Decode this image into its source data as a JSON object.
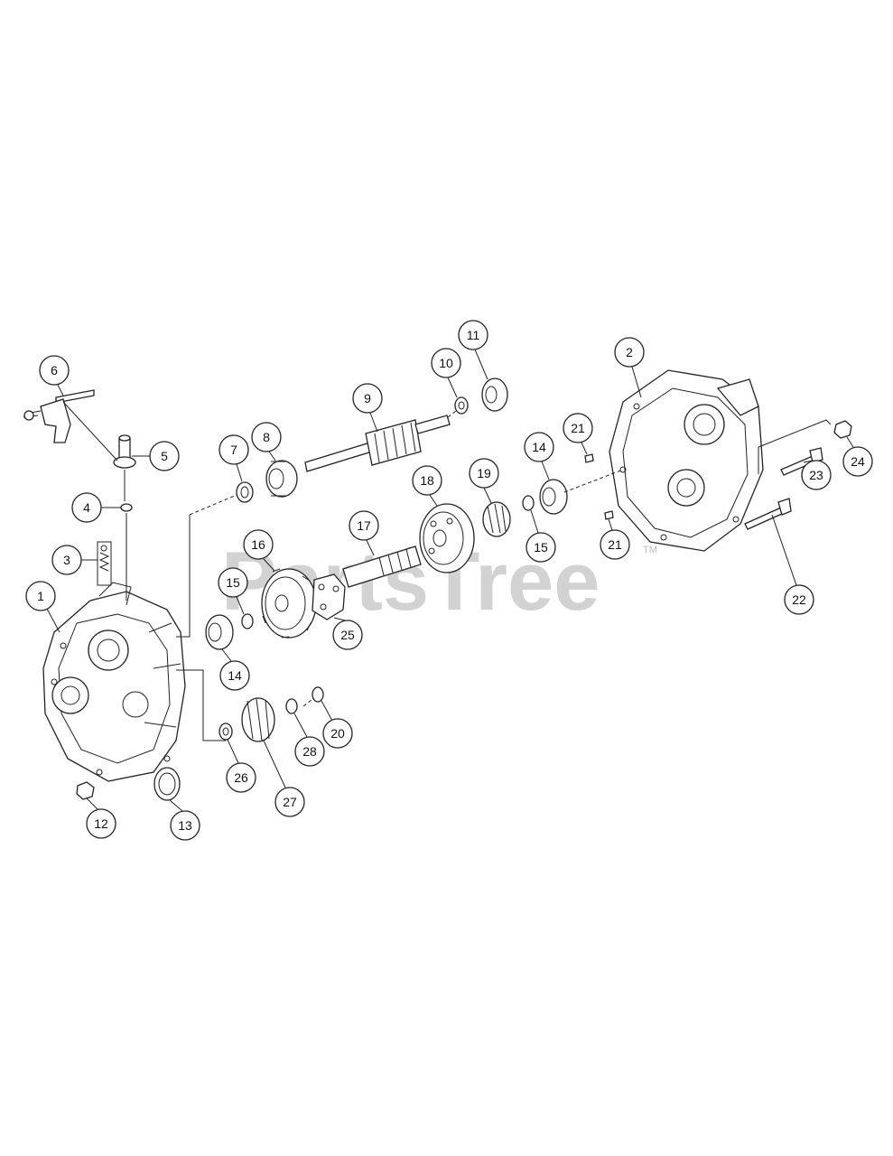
{
  "watermark": {
    "text": "PartsTree",
    "tm": "TM"
  },
  "callouts": [
    {
      "id": "1",
      "label": "1"
    },
    {
      "id": "2",
      "label": "2"
    },
    {
      "id": "3",
      "label": "3"
    },
    {
      "id": "4",
      "label": "4"
    },
    {
      "id": "5",
      "label": "5"
    },
    {
      "id": "6",
      "label": "6"
    },
    {
      "id": "7",
      "label": "7"
    },
    {
      "id": "8",
      "label": "8"
    },
    {
      "id": "9",
      "label": "9"
    },
    {
      "id": "10",
      "label": "10"
    },
    {
      "id": "11",
      "label": "11"
    },
    {
      "id": "12",
      "label": "12"
    },
    {
      "id": "13",
      "label": "13"
    },
    {
      "id": "14a",
      "label": "14"
    },
    {
      "id": "14b",
      "label": "14"
    },
    {
      "id": "15a",
      "label": "15"
    },
    {
      "id": "15b",
      "label": "15"
    },
    {
      "id": "16",
      "label": "16"
    },
    {
      "id": "17",
      "label": "17"
    },
    {
      "id": "18",
      "label": "18"
    },
    {
      "id": "19",
      "label": "19"
    },
    {
      "id": "20",
      "label": "20"
    },
    {
      "id": "21a",
      "label": "21"
    },
    {
      "id": "21b",
      "label": "21"
    },
    {
      "id": "22",
      "label": "22"
    },
    {
      "id": "23",
      "label": "23"
    },
    {
      "id": "24",
      "label": "24"
    },
    {
      "id": "25",
      "label": "25"
    },
    {
      "id": "26",
      "label": "26"
    },
    {
      "id": "27",
      "label": "27"
    },
    {
      "id": "28",
      "label": "28"
    }
  ]
}
